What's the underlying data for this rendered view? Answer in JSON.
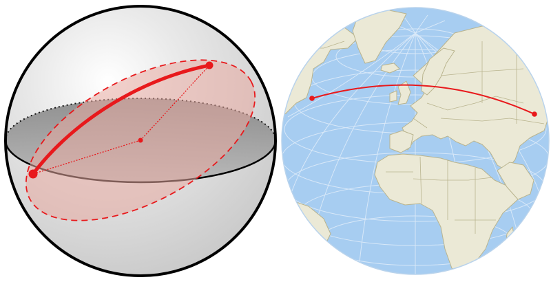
{
  "figure": {
    "panels": [
      {
        "id": "sphere-diagram",
        "elements": [
          "sphere",
          "equatorial-plane",
          "great-circle-plane",
          "great-circle-arc",
          "endpoint-a",
          "endpoint-b",
          "center-point",
          "radius-lines"
        ]
      },
      {
        "id": "globe-map",
        "elements": [
          "globe",
          "ocean",
          "land",
          "graticule",
          "country-borders",
          "great-circle-route",
          "route-start",
          "route-end"
        ]
      }
    ],
    "colors": {
      "great_circle": "#e8191c",
      "great_circle_fill": "#e8a9a0",
      "sphere_shade_light": "#f3f3f3",
      "sphere_shade_dark": "#c9c9c9",
      "equator_plane": "#9a9a9a",
      "ocean": "#a7cdf1",
      "land": "#ebe9d6",
      "border": "#b9b48e",
      "graticule": "#d8e8f8",
      "outline": "#000000"
    }
  }
}
